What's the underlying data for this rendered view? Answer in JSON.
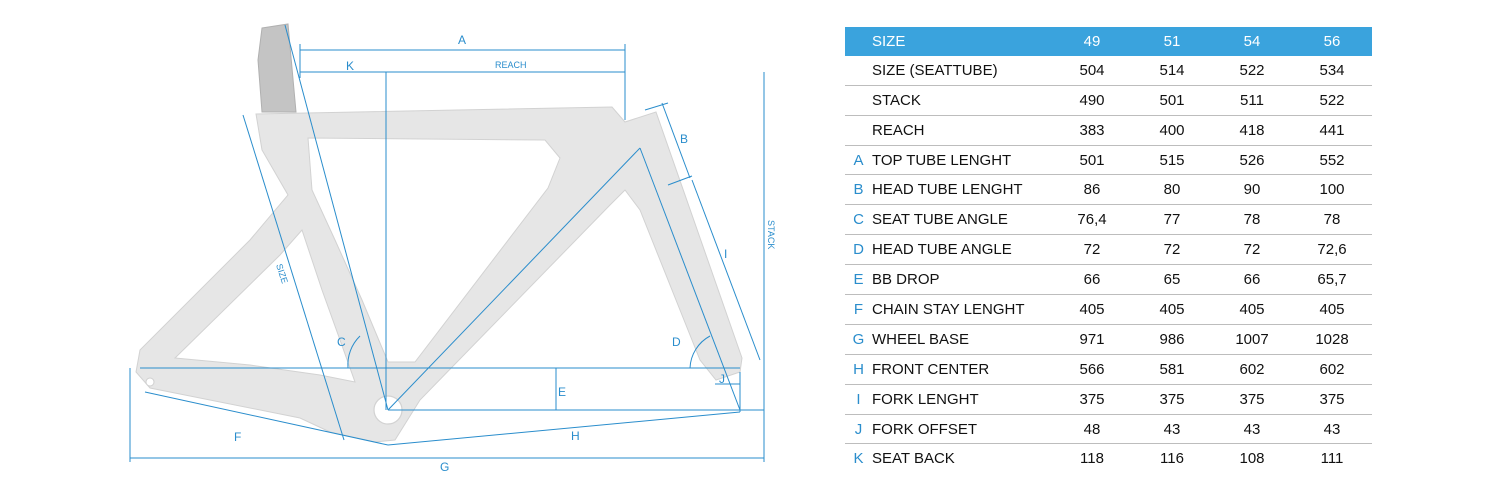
{
  "diagram": {
    "labels": {
      "A": "A",
      "K": "K",
      "reach": "REACH",
      "B": "B",
      "stack": "STACK",
      "I": "I",
      "size": "SIZE",
      "C": "C",
      "D": "D",
      "E": "E",
      "J": "J",
      "F": "F",
      "H": "H",
      "G": "G"
    }
  },
  "table": {
    "header": {
      "name": "SIZE",
      "sizes": [
        "49",
        "51",
        "54",
        "56"
      ]
    },
    "rows": [
      {
        "letter": "",
        "name": "SIZE (SEATTUBE)",
        "values": [
          "504",
          "514",
          "522",
          "534"
        ]
      },
      {
        "letter": "",
        "name": "STACK",
        "values": [
          "490",
          "501",
          "511",
          "522"
        ]
      },
      {
        "letter": "",
        "name": "REACH",
        "values": [
          "383",
          "400",
          "418",
          "441"
        ]
      },
      {
        "letter": "A",
        "name": "TOP TUBE LENGHT",
        "values": [
          "501",
          "515",
          "526",
          "552"
        ]
      },
      {
        "letter": "B",
        "name": "HEAD TUBE LENGHT",
        "values": [
          "86",
          "80",
          "90",
          "100"
        ]
      },
      {
        "letter": "C",
        "name": "SEAT TUBE ANGLE",
        "values": [
          "76,4",
          "77",
          "78",
          "78"
        ]
      },
      {
        "letter": "D",
        "name": "HEAD TUBE ANGLE",
        "values": [
          "72",
          "72",
          "72",
          "72,6"
        ]
      },
      {
        "letter": "E",
        "name": "BB DROP",
        "values": [
          "66",
          "65",
          "66",
          "65,7"
        ]
      },
      {
        "letter": "F",
        "name": "CHAIN STAY LENGHT",
        "values": [
          "405",
          "405",
          "405",
          "405"
        ]
      },
      {
        "letter": "G",
        "name": "WHEEL BASE",
        "values": [
          "971",
          "986",
          "1007",
          "1028"
        ]
      },
      {
        "letter": "H",
        "name": "FRONT CENTER",
        "values": [
          "566",
          "581",
          "602",
          "602"
        ]
      },
      {
        "letter": "I",
        "name": "FORK LENGHT",
        "values": [
          "375",
          "375",
          "375",
          "375"
        ]
      },
      {
        "letter": "J",
        "name": "FORK OFFSET",
        "values": [
          "48",
          "43",
          "43",
          "43"
        ]
      },
      {
        "letter": "K",
        "name": "SEAT BACK",
        "values": [
          "118",
          "116",
          "108",
          "111"
        ]
      }
    ]
  },
  "colors": {
    "accent": "#3aa3dd",
    "frame_fill": "#e6e6e6",
    "seatpost_fill": "#c4c4c4",
    "dimension_line": "#2a8dcc"
  }
}
